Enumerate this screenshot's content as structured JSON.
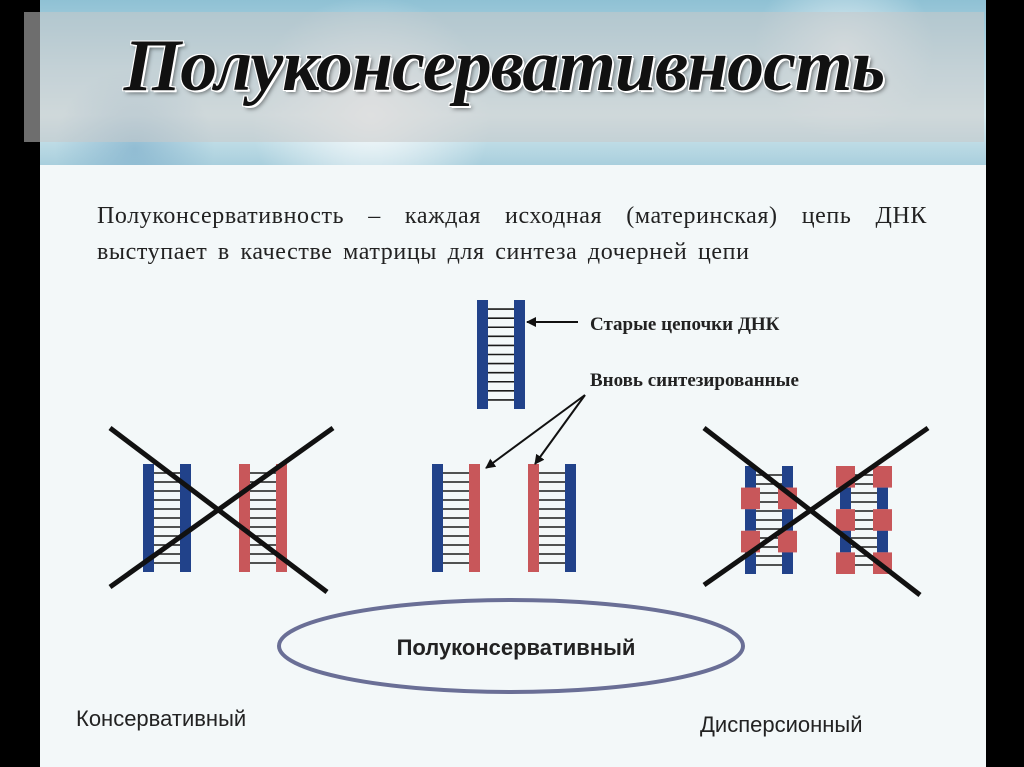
{
  "header": {
    "title": "Полуконсервативность"
  },
  "definition": "Полуконсервативность – каждая исходная (материнская) цепь ДНК выступает в качестве матрицы для синтеза дочерней цепи",
  "labels": {
    "old_strands": "Старые цепочки ДНК",
    "new_strands": "Вновь синтезированные",
    "semiconservative": "Полуконсервативный",
    "conservative": "Консервативный",
    "dispersive": "Дисперсионный"
  },
  "colors": {
    "old_strand": "#21428a",
    "new_strand": "#c8575a",
    "rung": "#1a1a1a",
    "cross": "#111111",
    "ellipse": "#6a6f96"
  },
  "models": [
    {
      "key": "parent",
      "crossed": false
    },
    {
      "key": "conservative",
      "crossed": true
    },
    {
      "key": "semiconservative",
      "crossed": false
    },
    {
      "key": "dispersive",
      "crossed": true
    }
  ]
}
